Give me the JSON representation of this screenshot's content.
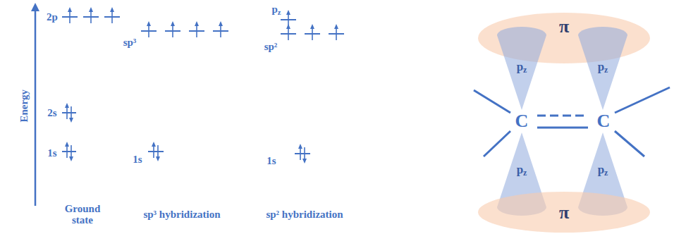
{
  "diagram": {
    "nodes": [
      {
        "text": [
          "π"
        ]
      },
      {
        "text": [
          "pz"
        ]
      },
      {
        "text": [
          "pz"
        ]
      },
      {
        "text": [
          "pz"
        ]
      },
      {
        "text": [
          "pz"
        ]
      },
      {
        "text": [
          "π"
        ]
      }
    ],
    "labels": [
      "Energy",
      "2p",
      "2s",
      "1s",
      "sp³",
      "1s",
      "pz",
      "sp²",
      "1s",
      "Ground state",
      "sp³ hybridization",
      "sp² hybridization",
      "C",
      "C"
    ]
  }
}
